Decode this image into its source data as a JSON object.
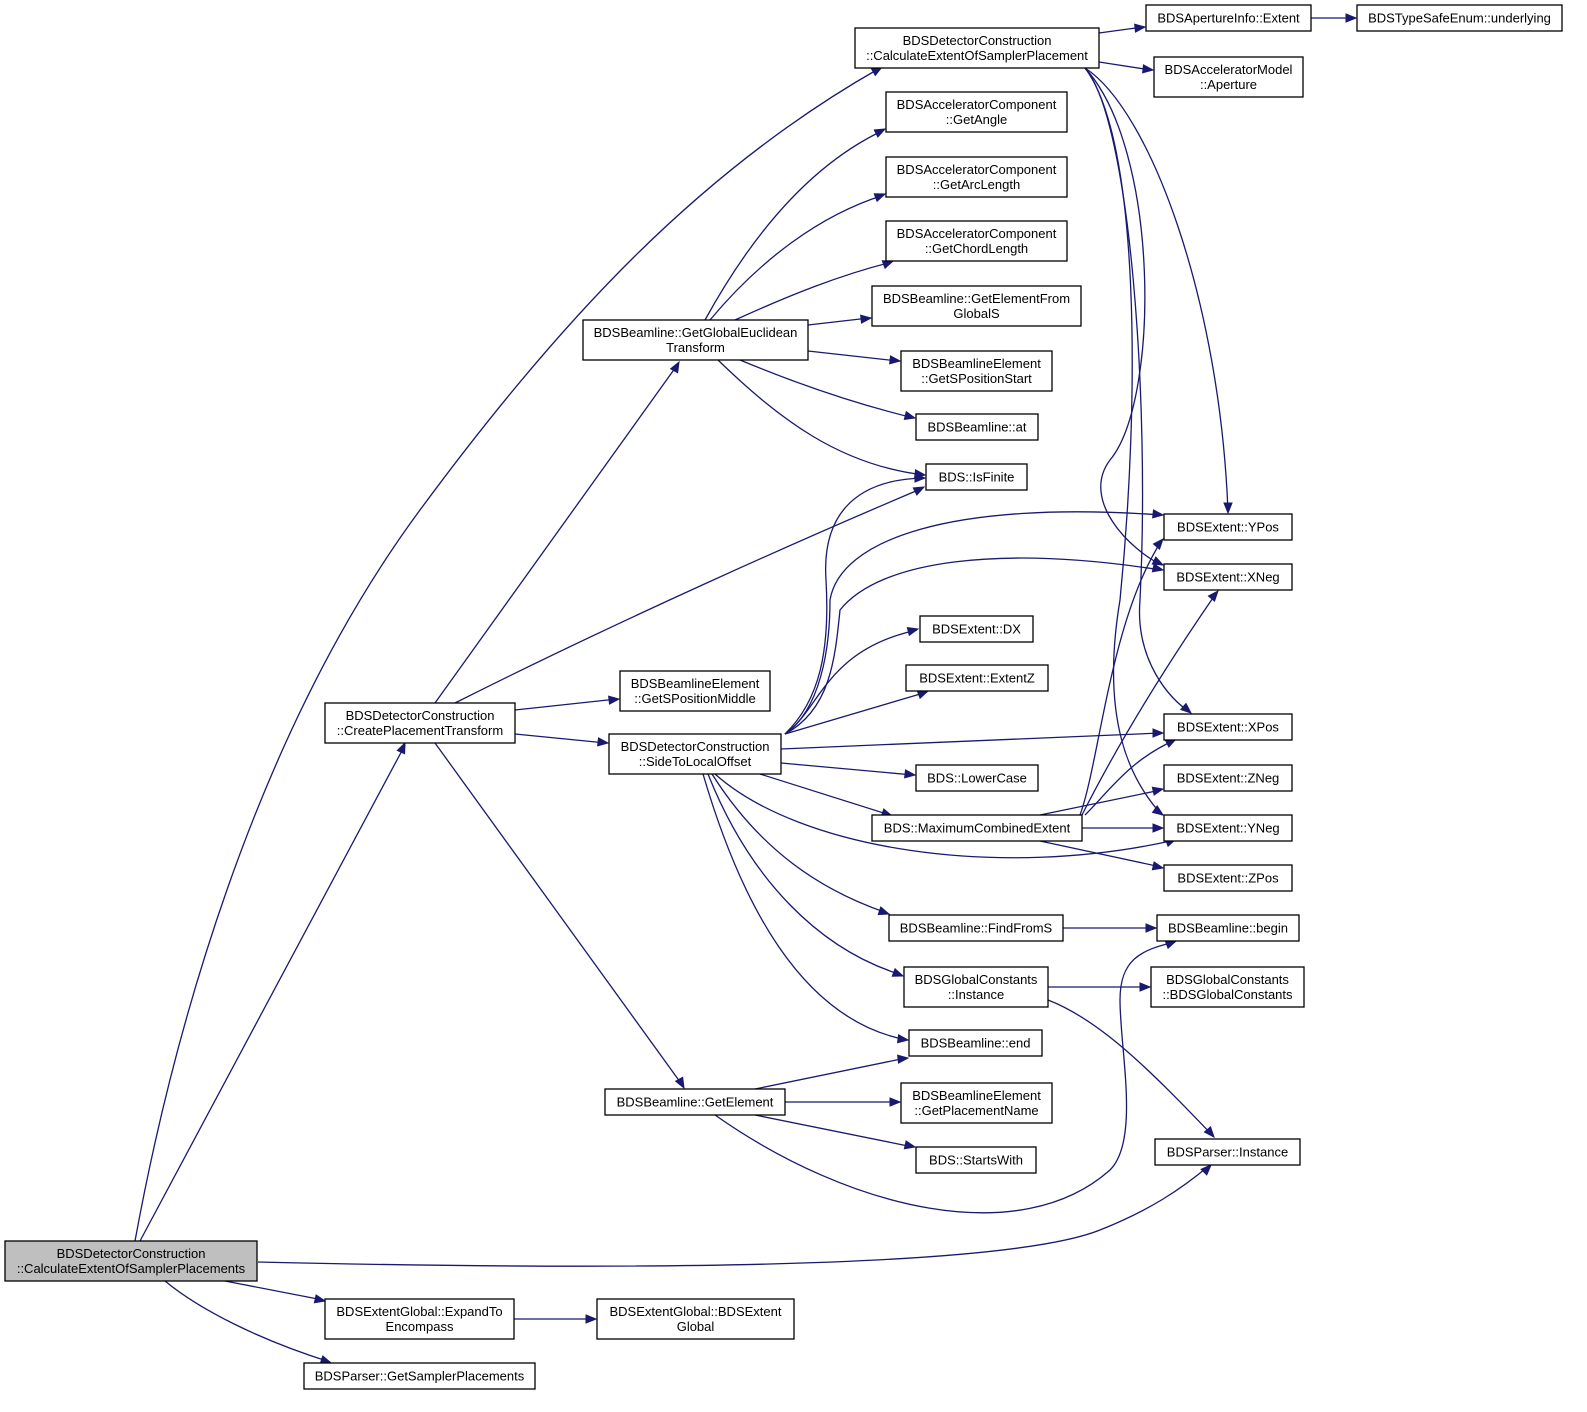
{
  "nodes": {
    "root": {
      "lines": [
        "BDSDetectorConstruction",
        "::CalculateExtentOfSamplerPlacements"
      ]
    },
    "calcExt": {
      "lines": [
        "BDSDetectorConstruction",
        "::CalculateExtentOfSamplerPlacement"
      ]
    },
    "aperExt": {
      "lines": [
        "BDSApertureInfo::Extent"
      ]
    },
    "typeSafe": {
      "lines": [
        "BDSTypeSafeEnum::underlying"
      ]
    },
    "accAper": {
      "lines": [
        "BDSAcceleratorModel",
        "::Aperture"
      ]
    },
    "getAngle": {
      "lines": [
        "BDSAcceleratorComponent",
        "::GetAngle"
      ]
    },
    "getArc": {
      "lines": [
        "BDSAcceleratorComponent",
        "::GetArcLength"
      ]
    },
    "getChord": {
      "lines": [
        "BDSAcceleratorComponent",
        "::GetChordLength"
      ]
    },
    "getElemFromS": {
      "lines": [
        "BDSBeamline::GetElementFrom",
        "GlobalS"
      ]
    },
    "getGlobalEu": {
      "lines": [
        "BDSBeamline::GetGlobalEuclidean",
        "Transform"
      ]
    },
    "getSPosStart": {
      "lines": [
        "BDSBeamlineElement",
        "::GetSPositionStart"
      ]
    },
    "bAt": {
      "lines": [
        "BDSBeamline::at"
      ]
    },
    "isFinite": {
      "lines": [
        "BDS::IsFinite"
      ]
    },
    "yPos": {
      "lines": [
        "BDSExtent::YPos"
      ]
    },
    "xNeg": {
      "lines": [
        "BDSExtent::XNeg"
      ]
    },
    "dx": {
      "lines": [
        "BDSExtent::DX"
      ]
    },
    "getSPosMid": {
      "lines": [
        "BDSBeamlineElement",
        "::GetSPositionMiddle"
      ]
    },
    "extentZ": {
      "lines": [
        "BDSExtent::ExtentZ"
      ]
    },
    "createPT": {
      "lines": [
        "BDSDetectorConstruction",
        "::CreatePlacementTransform"
      ]
    },
    "xPos": {
      "lines": [
        "BDSExtent::XPos"
      ]
    },
    "sideTLO": {
      "lines": [
        "BDSDetectorConstruction",
        "::SideToLocalOffset"
      ]
    },
    "lowerCase": {
      "lines": [
        "BDS::LowerCase"
      ]
    },
    "zNeg": {
      "lines": [
        "BDSExtent::ZNeg"
      ]
    },
    "maxComb": {
      "lines": [
        "BDS::MaximumCombinedExtent"
      ]
    },
    "yNeg": {
      "lines": [
        "BDSExtent::YNeg"
      ]
    },
    "zPos": {
      "lines": [
        "BDSExtent::ZPos"
      ]
    },
    "findFromS": {
      "lines": [
        "BDSBeamline::FindFromS"
      ]
    },
    "bBegin": {
      "lines": [
        "BDSBeamline::begin"
      ]
    },
    "gcInst": {
      "lines": [
        "BDSGlobalConstants",
        "::Instance"
      ]
    },
    "gcCtor": {
      "lines": [
        "BDSGlobalConstants",
        "::BDSGlobalConstants"
      ]
    },
    "bEnd": {
      "lines": [
        "BDSBeamline::end"
      ]
    },
    "getElement": {
      "lines": [
        "BDSBeamline::GetElement"
      ]
    },
    "getPlaceName": {
      "lines": [
        "BDSBeamlineElement",
        "::GetPlacementName"
      ]
    },
    "startsWith": {
      "lines": [
        "BDS::StartsWith"
      ]
    },
    "parserInst": {
      "lines": [
        "BDSParser::Instance"
      ]
    },
    "expandTo": {
      "lines": [
        "BDSExtentGlobal::ExpandTo",
        "Encompass"
      ]
    },
    "egCtor": {
      "lines": [
        "BDSExtentGlobal::BDSExtent",
        "Global"
      ]
    },
    "getSampPl": {
      "lines": [
        "BDSParser::GetSamplerPlacements"
      ]
    }
  },
  "colors": {
    "edge": "#191970",
    "root_fill": "#bfbfbf",
    "node_border": "#000000"
  }
}
